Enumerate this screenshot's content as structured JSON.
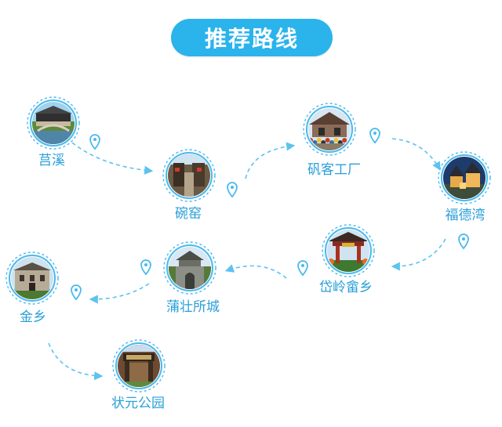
{
  "header": {
    "title": "推荐路线"
  },
  "colors": {
    "accent": "#2bb3ec",
    "label": "#2a9fd9",
    "ring": "#49b9ee",
    "dash": "#5cc3f0"
  },
  "route": {
    "stops": [
      {
        "id": "juxi",
        "label": "莒溪",
        "scene": "bridge"
      },
      {
        "id": "wanyao",
        "label": "碗窑",
        "scene": "street"
      },
      {
        "id": "fanke",
        "label": "矾客工厂",
        "scene": "crowd"
      },
      {
        "id": "fudewan",
        "label": "福德湾",
        "scene": "night-village"
      },
      {
        "id": "dailing",
        "label": "岱岭畲乡",
        "scene": "gate"
      },
      {
        "id": "puzhuang",
        "label": "蒲壮所城",
        "scene": "city-wall"
      },
      {
        "id": "jinxiang",
        "label": "金乡",
        "scene": "old-house"
      },
      {
        "id": "zhuangyuan",
        "label": "状元公园",
        "scene": "plaque-gate"
      }
    ]
  }
}
